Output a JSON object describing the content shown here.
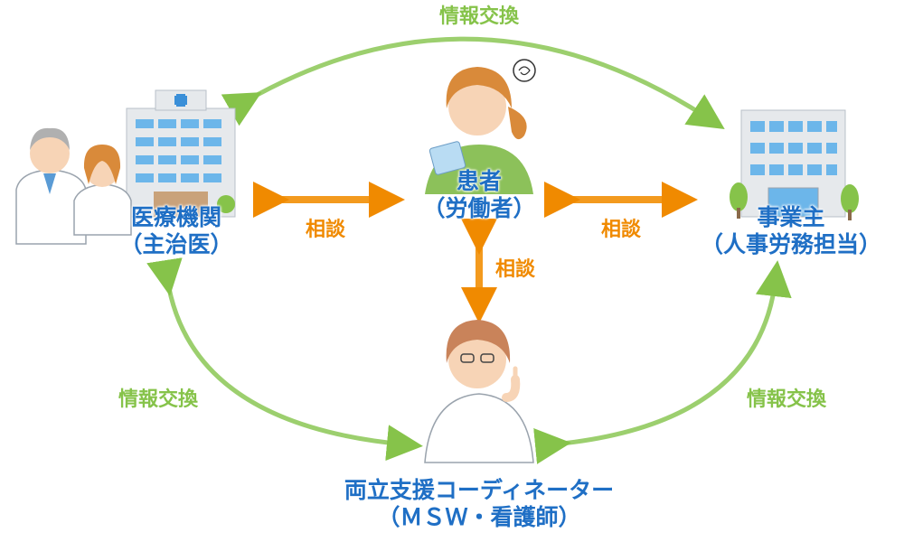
{
  "nodes": {
    "medical": {
      "name": "医療機関",
      "role": "（主治医）"
    },
    "patient": {
      "name": "患者",
      "role": "（労働者）"
    },
    "employer": {
      "name": "事業主",
      "role": "（人事労務担当）"
    },
    "coordinator": {
      "name": "両立支援コーディネーター",
      "role": "（ＭＳＷ・看護師）"
    }
  },
  "edges": {
    "consult_left": "相談",
    "consult_right": "相談",
    "consult_down": "相談",
    "info_top": "情報交換",
    "info_left": "情報交換",
    "info_right": "情報交換"
  },
  "colors": {
    "node_text": "#1f6fc5",
    "consult": "#f08a00",
    "info": "#86c34a"
  },
  "icons": [
    "doctor-nurse-figure",
    "hospital-building-icon",
    "office-building-icon",
    "worried-patient-figure",
    "coordinator-figure"
  ]
}
